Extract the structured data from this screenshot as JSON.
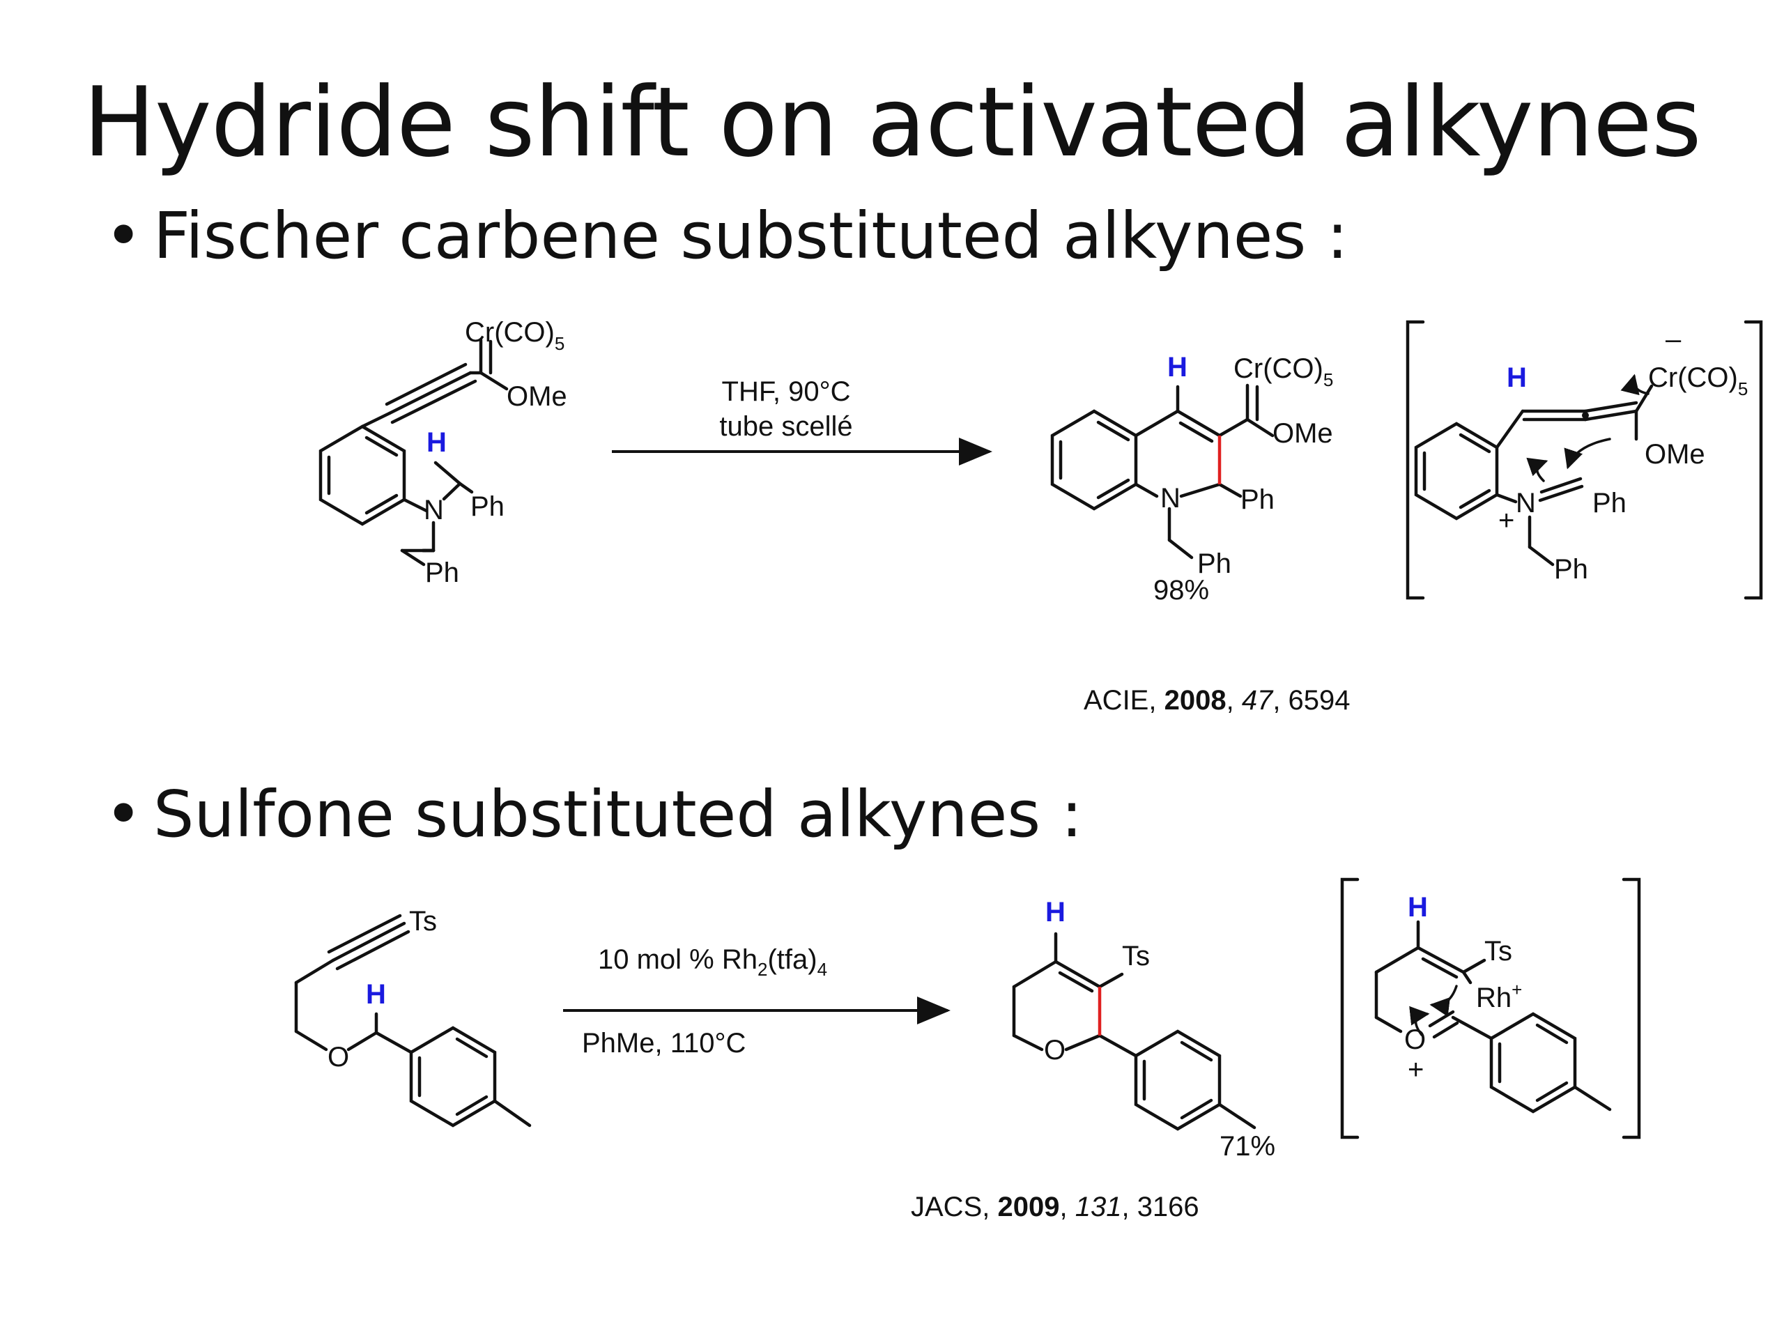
{
  "slide": {
    "title": "Hydride shift on activated alkynes",
    "bullet_symbol": "•",
    "bullets": [
      "Fischer carbene substituted alkynes :",
      "Sulfone substituted alkynes :"
    ]
  },
  "scheme1": {
    "sm": {
      "cr": "Cr(CO)",
      "cr_sub": "5",
      "ome": "OMe",
      "h": "H",
      "n": "N",
      "ph1": "Ph",
      "ph2": "Ph"
    },
    "conditions": [
      "THF, 90°C",
      "tube scellé"
    ],
    "product": {
      "h": "H",
      "cr": "Cr(CO)",
      "cr_sub": "5",
      "ome": "OMe",
      "n": "N",
      "ph1": "Ph",
      "ph2": "Ph",
      "yield": "98%"
    },
    "intermediate": {
      "minus": "–",
      "cr": "Cr(CO)",
      "cr_sub": "5",
      "h": "H",
      "ome": "OMe",
      "n": "N",
      "plus": "+",
      "ph1": "Ph",
      "ph2": "Ph"
    },
    "reference": {
      "journal": "ACIE, ",
      "year": "2008",
      "sep1": ", ",
      "volume": "47",
      "sep2": ", ",
      "page": "6594"
    }
  },
  "scheme2": {
    "sm": {
      "ts": "Ts",
      "h": "H",
      "o": "O"
    },
    "conditions": {
      "cat_a": "10 mol % Rh",
      "cat_sub1": "2",
      "cat_b": "(tfa)",
      "cat_sub2": "4",
      "solvent": "PhMe, 110°C"
    },
    "product": {
      "h": "H",
      "ts": "Ts",
      "o": "O",
      "yield": "71%"
    },
    "intermediate": {
      "h": "H",
      "ts": "Ts",
      "rh": "Rh",
      "rh_charge": "+",
      "o": "O",
      "plus": "+"
    },
    "reference": {
      "journal": "JACS, ",
      "year": "2009",
      "sep1": ", ",
      "volume": "131",
      "sep2": ", ",
      "page": "3166"
    }
  },
  "colors": {
    "text": "#111111",
    "hydrogen": "#1a1adf",
    "new_bond": "#e02020",
    "bond": "#111111"
  }
}
